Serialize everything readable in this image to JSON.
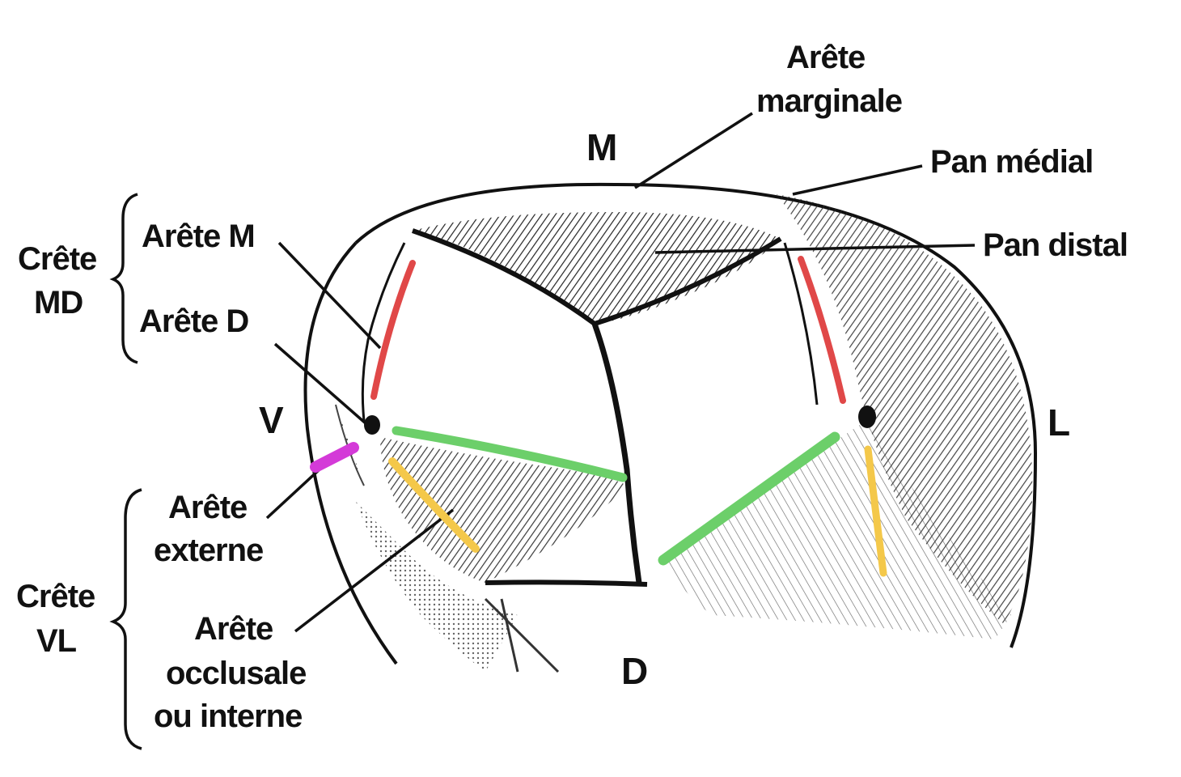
{
  "labels": {
    "m": "M",
    "d": "D",
    "v": "V",
    "l": "L",
    "arete_marginale_1": "Arête",
    "arete_marginale_2": "marginale",
    "pan_medial": "Pan médial",
    "pan_distal": "Pan distal",
    "crete_md_1": "Crête",
    "crete_md_2": "MD",
    "arete_m": "Arête M",
    "arete_d": "Arête D",
    "arete_externe_1": "Arête",
    "arete_externe_2": "externe",
    "crete_vl_1": "Crête",
    "crete_vl_2": "VL",
    "arete_occlusale_1": "Arête",
    "arete_occlusale_2": "occlusale",
    "arete_occlusale_3": "ou interne"
  },
  "colors": {
    "red": "#e04848",
    "green": "#6ccf6a",
    "yellow": "#f4c84a",
    "magenta": "#d43ad8",
    "ink": "#111111"
  }
}
